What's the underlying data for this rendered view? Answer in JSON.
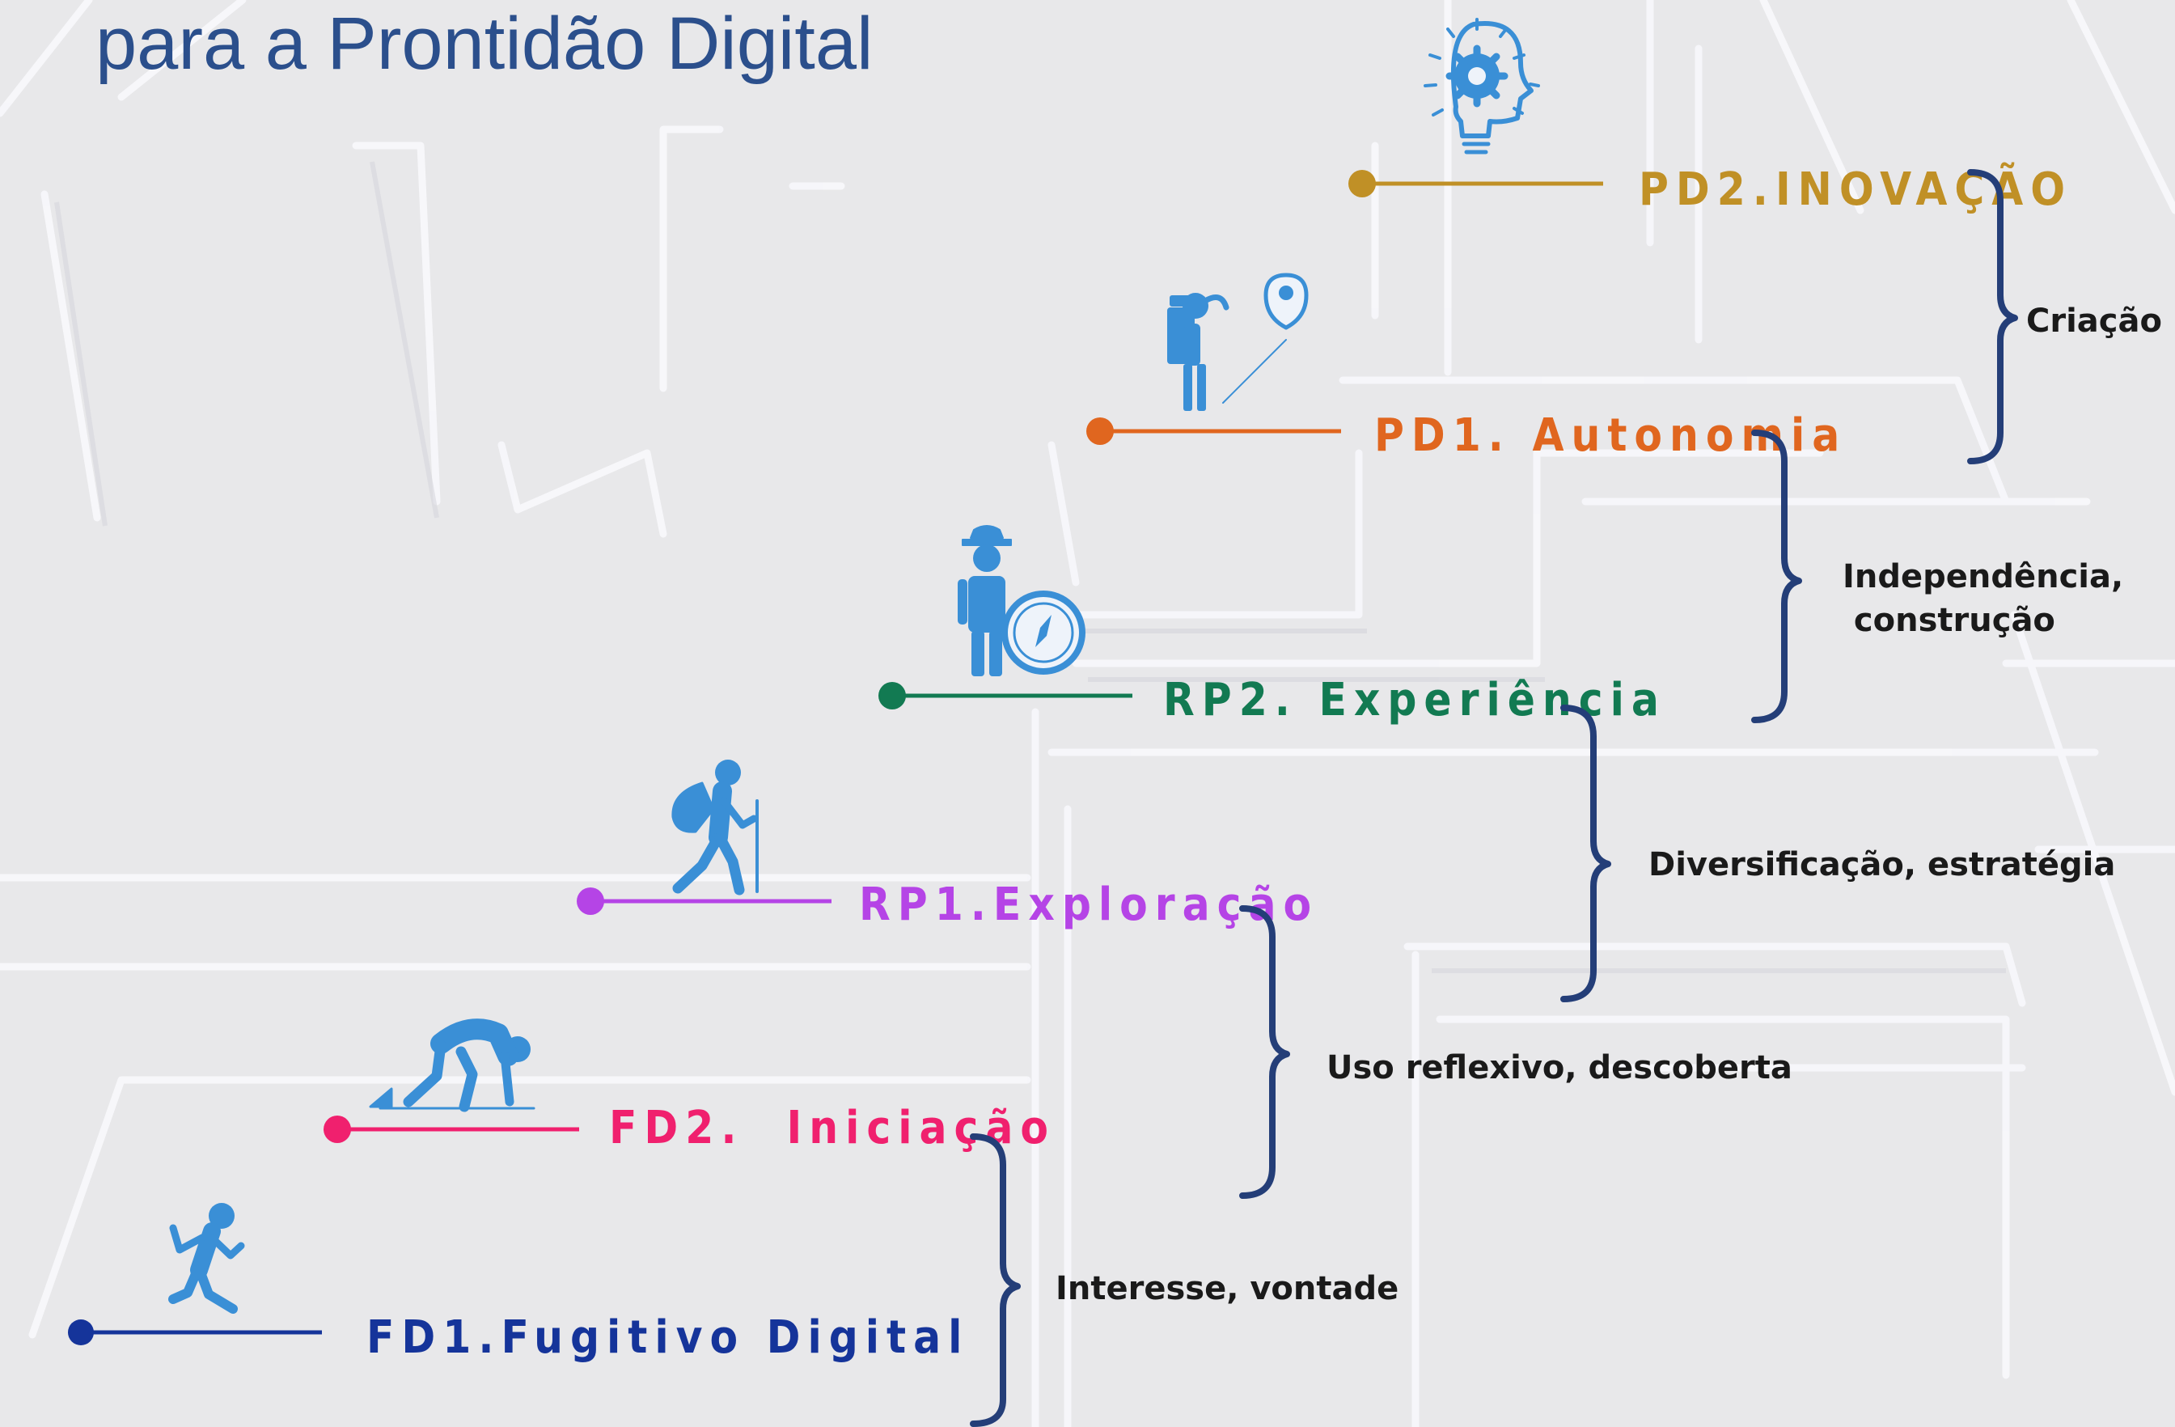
{
  "title": {
    "line1_partial": "",
    "line2": "para a Prontidão Digital"
  },
  "stages": [
    {
      "id": "fd1",
      "label": "FD1.Fugitivo Digital",
      "color": "#15349a",
      "icon": "running-person-icon"
    },
    {
      "id": "fd2",
      "label": "FD2.  Iniciação",
      "color": "#f0206e",
      "icon": "sprinter-start-icon"
    },
    {
      "id": "rp1",
      "label": "RP1.Exploração",
      "color": "#b544e6",
      "icon": "hiker-icon"
    },
    {
      "id": "rp2",
      "label": "RP2. Experiência",
      "color": "#127a52",
      "icon": "explorer-compass-icon"
    },
    {
      "id": "pd1",
      "label": "PD1. Autonomia",
      "color": "#e0661f",
      "icon": "traveler-location-icon"
    },
    {
      "id": "pd2",
      "label": "PD2.INOVAÇÃO",
      "color": "#c09026",
      "icon": "idea-bulb-gear-icon"
    }
  ],
  "braces": [
    {
      "id": "b1",
      "lines": [
        "Interesse, vontade"
      ]
    },
    {
      "id": "b2",
      "lines": [
        "Uso reflexivo, descoberta"
      ]
    },
    {
      "id": "b3",
      "lines": [
        "Diversificação, estratégia"
      ]
    },
    {
      "id": "b4",
      "lines": [
        "Independência,",
        " construção"
      ]
    },
    {
      "id": "b5",
      "lines": [
        "Criação"
      ]
    }
  ],
  "colors": {
    "brace": "#243e78",
    "icon": "#3a8fd6",
    "title": "#2b4f8c"
  }
}
